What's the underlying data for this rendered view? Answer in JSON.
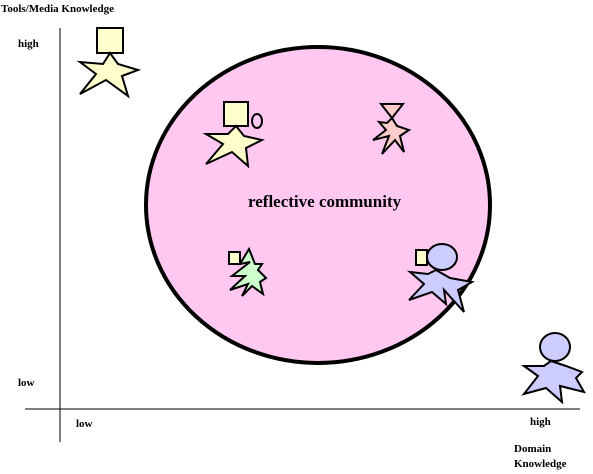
{
  "y_axis_label": "Tools/Media Knowledge",
  "y_high": "high",
  "y_low": "low",
  "x_low": "low",
  "x_high": "high",
  "x_axis_label_line1": "Domain",
  "x_axis_label_line2": "Knowledge",
  "center_label": "reflective community",
  "colors": {
    "ellipse_fill": "#ffc8f0",
    "ellipse_stroke": "#000000",
    "figure_yellow": "#ffffcc",
    "figure_blue": "#ccccff",
    "figure_pink": "#ffcccc",
    "figure_green": "#ccffcc"
  }
}
